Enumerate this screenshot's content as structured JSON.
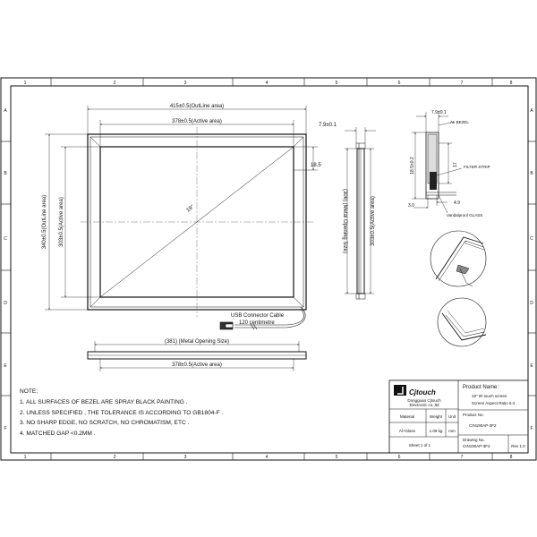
{
  "border": {
    "cols": [
      "1",
      "2",
      "3",
      "4",
      "5",
      "6",
      "7",
      "8"
    ],
    "rows": [
      "A",
      "B",
      "C",
      "D",
      "E",
      "F"
    ]
  },
  "front_view": {
    "outline_width": "415±0.5(OutLine area)",
    "active_width": "378±0.5(Active area)",
    "outline_height": "340±0.5(OutLine area)",
    "active_height": "303±0.5(Active area)",
    "diagonal": "19\"",
    "bezel_dim": "18.5",
    "cable_label": "USB Connector Cable",
    "cable_length": "120 centimetre"
  },
  "side_view": {
    "thickness": "7.9±0.1",
    "metal_opening_height": "(306) (Metal Opening Size)",
    "active_height": "303±0.5(Active area)"
  },
  "bottom_view": {
    "metal_opening_width": "(381) (Metal Opening Size)",
    "active_width": "378±0.5(Active area)"
  },
  "detail": {
    "thickness": "7.9±0.1",
    "al_bezel": "AL BEZEL",
    "height": "18.5±0.2",
    "filter_dim": "17",
    "filter_strip": "FILTER STRIP",
    "dim_49": "4.9",
    "dim_30": "3.0",
    "glass": "Vandalproof GLASS"
  },
  "notes": {
    "title": "NOTE:",
    "lines": [
      "1. ALL SURFACES OF BEZEL ARE SPRAY BLACK PAINTING .",
      "2. UNLESS SPECIFIED , THE TOLERANCE IS ACCORDING TO GB1804-F .",
      "3. NO SHARP EDGE, NO SCRATCH, NO CHROMATISM, ETC .",
      "4. MATCHED GAP <0.2MM ."
    ]
  },
  "title_block": {
    "logo": "Cjtouch",
    "company_line1": "Dongguan Cjtouch",
    "company_line2": "Electronic co.,ltd",
    "h_material": "Material",
    "h_weight": "Weight",
    "h_unit": "Unit",
    "material": "Al+Glass",
    "weight": "1.09 kg",
    "unit": "mm",
    "sheet": "Sheet 1 of 1",
    "product_name_label": "Product Name:",
    "product_name_1": "19\" IR touch screen",
    "product_name_2": "Screen Aspect Ratio   5:4",
    "product_no_label": "Product No.",
    "product_no": "CIN190AP-3F2",
    "drawing_no_label": "Drawing No.",
    "drawing_no": "CIN190AP-3F2",
    "rev": "Rev 1.0"
  }
}
